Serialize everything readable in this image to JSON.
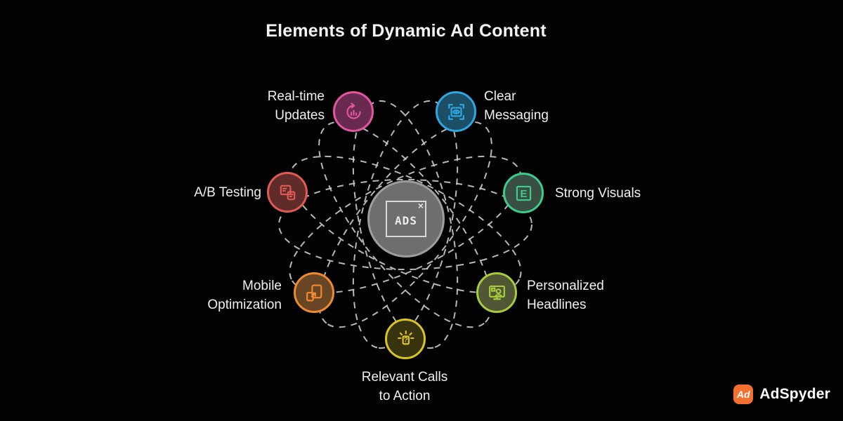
{
  "title": "Elements of Dynamic Ad Content",
  "center": {
    "label": "ADS",
    "close_glyph": "×",
    "circle_fill": "#6e6e6e",
    "circle_border": "#9e9e9e"
  },
  "orbits": {
    "count": 7,
    "color": "#c8c8c8"
  },
  "nodes": [
    {
      "label": "Real-time\nUpdates",
      "icon": "realtime-refresh-icon",
      "color": "#e0569f",
      "fill": "#682a4e"
    },
    {
      "label": "Clear\nMessaging",
      "icon": "eye-scan-icon",
      "color": "#2ea7e0",
      "fill": "#1c4e66"
    },
    {
      "label": "A/B Testing",
      "icon": "ab-variants-icon",
      "color": "#df5a55",
      "fill": "#5f2c2a"
    },
    {
      "label": "Strong Visuals",
      "icon": "letter-e-frame-icon",
      "icon_glyph": "E",
      "color": "#3bcd8c",
      "fill": "#3a4f44"
    },
    {
      "label": "Mobile\nOptimization",
      "icon": "devices-sync-icon",
      "color": "#ee8a2f",
      "fill": "#684524"
    },
    {
      "label": "Personalized\nHeadlines",
      "icon": "monitor-person-icon",
      "color": "#a7cb3d",
      "fill": "#515734"
    },
    {
      "label": "Relevant Calls\nto Action",
      "icon": "idea-cta-icon",
      "icon_glyph": "?",
      "color": "#d9c421",
      "fill": "#37330f"
    }
  ],
  "brand": {
    "monogram": "Ad",
    "name": "AdSpyder",
    "color": "#f4702f"
  }
}
